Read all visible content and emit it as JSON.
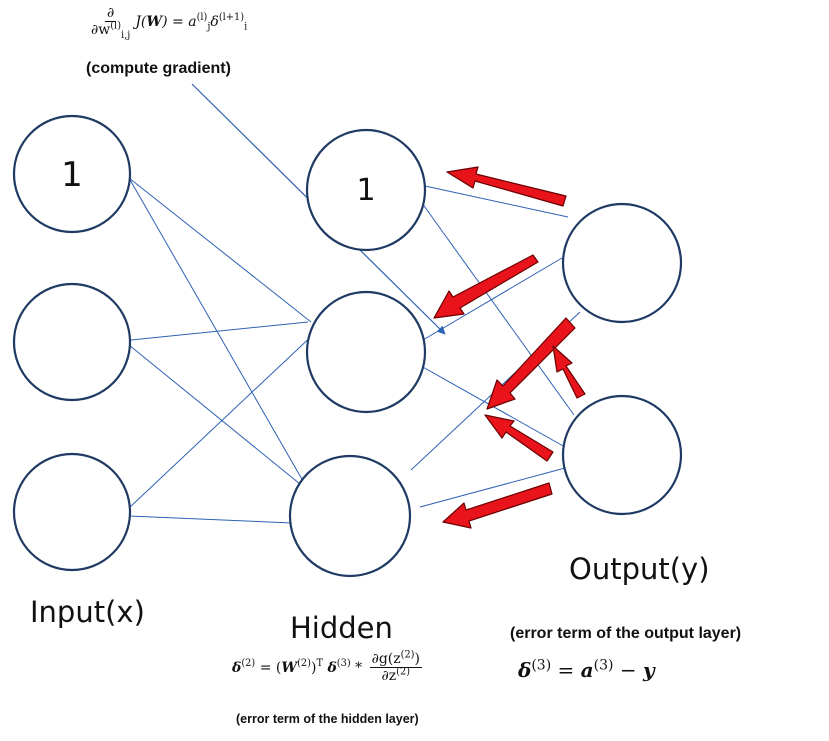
{
  "labels": {
    "input": "Input(x)",
    "hidden": "Hidden",
    "output": "Output(y)",
    "bias_input": "1",
    "bias_hidden": "1"
  },
  "notes": {
    "compute_gradient": "(compute gradient)",
    "output_error": "(error term of the output layer)",
    "hidden_error": "(error term of the hidden layer)"
  },
  "formulas": {
    "gradient_partial": "∂",
    "gradient_wrt_prefix": "∂w",
    "gradient_wrt_sup": "(l)",
    "gradient_wrt_sub": "i,j",
    "gradient_func": "J(",
    "gradient_var": "W",
    "gradient_close": ") = a",
    "gradient_a_sup": "(l)",
    "gradient_a_sub": "j",
    "gradient_delta": "δ",
    "gradient_delta_sup": "(l+1)",
    "gradient_delta_sub": "i",
    "output_delta": "δ",
    "output_delta_sup": "(3)",
    "output_eq": "=",
    "output_a": "a",
    "output_a_sup": "(3)",
    "output_minus": "−",
    "output_y": "y",
    "hidden_delta": "δ",
    "hidden_delta_sup": "(2)",
    "hidden_eq": "=",
    "hidden_W": "W",
    "hidden_W_sup": "(2)",
    "hidden_T": "T",
    "hidden_delta3": "δ",
    "hidden_delta3_sup": "(3)",
    "hidden_star": "*",
    "hidden_num": "∂g(z",
    "hidden_num_sup": "(2)",
    "hidden_num_close": ")",
    "hidden_den": "∂z",
    "hidden_den_sup": "(2)"
  },
  "colors": {
    "node_stroke": "#1f3a63",
    "connection": "#2e62b3",
    "arrow_fill": "#e8131b",
    "arrow_outline": "#6b0000",
    "annotation_arrow": "#2e62b3"
  }
}
